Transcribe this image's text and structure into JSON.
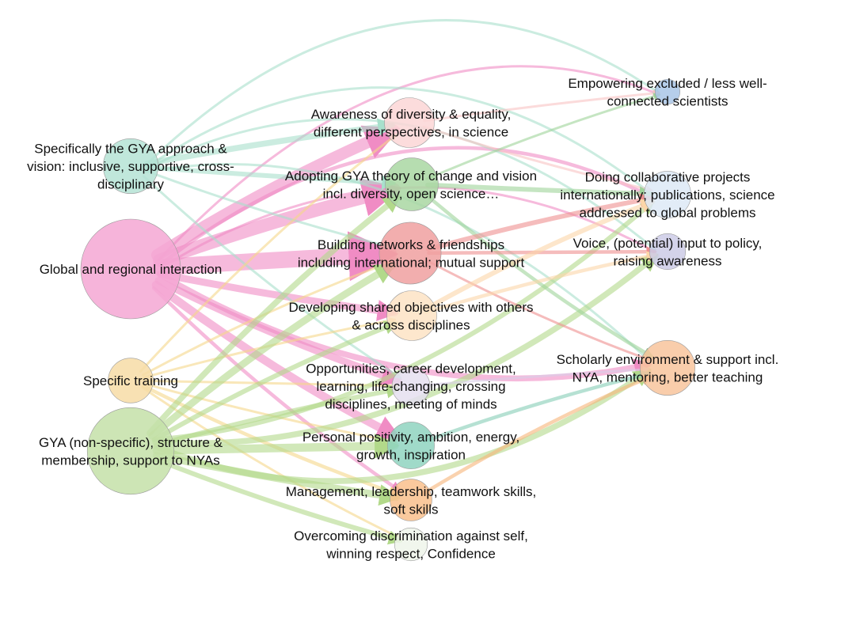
{
  "diagram": {
    "nodes": [
      {
        "id": "gya_approach",
        "lines": [
          "Specifically the GYA approach &",
          "vision: inclusive, supportive, cross-",
          "disciplinary"
        ],
        "color": "#b5e3d5",
        "size": 0.55
      },
      {
        "id": "global_regional",
        "lines": [
          "Global and regional interaction"
        ],
        "color": "#f4a7d4",
        "size": 1.0
      },
      {
        "id": "specific_training",
        "lines": [
          "Specific training"
        ],
        "color": "#f7dca6",
        "size": 0.45
      },
      {
        "id": "gya_nonspecific",
        "lines": [
          "GYA (non-specific), structure &",
          "membership, support to NYAs"
        ],
        "color": "#c4e0a8",
        "size": 0.87
      },
      {
        "id": "awareness_diversity",
        "lines": [
          "Awareness of diversity & equality,",
          "different perspectives, in science"
        ],
        "color": "#fbd6d6",
        "size": 0.5
      },
      {
        "id": "adopting_toc",
        "lines": [
          "Adopting GYA theory of change and vision",
          "incl. diversity, open science…"
        ],
        "color": "#a9d7a2",
        "size": 0.53
      },
      {
        "id": "building_networks",
        "lines": [
          "Building networks & friendships",
          "including international; mutual support"
        ],
        "color": "#f0a0a0",
        "size": 0.62
      },
      {
        "id": "shared_objectives",
        "lines": [
          "Developing shared objectives with others",
          "& across disciplines"
        ],
        "color": "#fde3c4",
        "size": 0.5
      },
      {
        "id": "opportunities",
        "lines": [
          "Opportunities, career development,",
          "learning, life-changing, crossing",
          "disciplines, meeting of minds"
        ],
        "color": "#e5dff0",
        "size": 0.38
      },
      {
        "id": "positivity",
        "lines": [
          "Personal positivity, ambition, energy,",
          "growth, inspiration"
        ],
        "color": "#8fd3bf",
        "size": 0.47
      },
      {
        "id": "management",
        "lines": [
          "Management, leadership, teamwork skills,",
          "soft skills"
        ],
        "color": "#f9c08c",
        "size": 0.42
      },
      {
        "id": "overcoming",
        "lines": [
          "Overcoming discrimination against self,",
          "winning respect, Confidence"
        ],
        "color": "#eef5ea",
        "size": 0.33
      },
      {
        "id": "empowering",
        "lines": [
          "Empowering excluded / less well-",
          "connected scientists"
        ],
        "color": "#a9c6e6",
        "size": 0.25
      },
      {
        "id": "collaborative",
        "lines": [
          "Doing collaborative projects",
          "internationally; publications, science",
          "addressed to global problems"
        ],
        "color": "#dde9f6",
        "size": 0.47
      },
      {
        "id": "voice_policy",
        "lines": [
          "Voice, (potential) input to policy,",
          "raising awareness"
        ],
        "color": "#cccbe6",
        "size": 0.36
      },
      {
        "id": "scholarly",
        "lines": [
          "Scholarly environment & support incl.",
          "NYA, mentoring, better teaching"
        ],
        "color": "#f8c49c",
        "size": 0.55
      }
    ],
    "links": [
      {
        "source": "global_regional",
        "target": "awareness_diversity",
        "value": 10,
        "color": "#f08cc4"
      },
      {
        "source": "global_regional",
        "target": "adopting_toc",
        "value": 11,
        "color": "#f08cc4"
      },
      {
        "source": "global_regional",
        "target": "building_networks",
        "value": 14,
        "color": "#f08cc4"
      },
      {
        "source": "global_regional",
        "target": "shared_objectives",
        "value": 6,
        "color": "#f08cc4"
      },
      {
        "source": "global_regional",
        "target": "opportunities",
        "value": 6,
        "color": "#f08cc4"
      },
      {
        "source": "global_regional",
        "target": "positivity",
        "value": 7,
        "color": "#f08cc4"
      },
      {
        "source": "global_regional",
        "target": "management",
        "value": 3,
        "color": "#f08cc4"
      },
      {
        "source": "global_regional",
        "target": "scholarly",
        "value": 5,
        "color": "#f08cc4"
      },
      {
        "source": "global_regional",
        "target": "collaborative",
        "value": 3,
        "color": "#f08cc4"
      },
      {
        "source": "global_regional",
        "target": "empowering",
        "value": 2,
        "color": "#f08cc4"
      },
      {
        "source": "global_regional",
        "target": "voice_policy",
        "value": 2,
        "color": "#f08cc4"
      },
      {
        "source": "gya_approach",
        "target": "awareness_diversity",
        "value": 5,
        "color": "#a8e0cc"
      },
      {
        "source": "gya_approach",
        "target": "adopting_toc",
        "value": 4,
        "color": "#a8e0cc"
      },
      {
        "source": "gya_approach",
        "target": "building_networks",
        "value": 2,
        "color": "#a8e0cc"
      },
      {
        "source": "gya_approach",
        "target": "empowering",
        "value": 2,
        "color": "#a8e0cc"
      },
      {
        "source": "gya_approach",
        "target": "collaborative",
        "value": 2,
        "color": "#a8e0cc"
      },
      {
        "source": "gya_approach",
        "target": "voice_policy",
        "value": 2,
        "color": "#a8e0cc"
      },
      {
        "source": "gya_approach",
        "target": "scholarly",
        "value": 2,
        "color": "#a8e0cc"
      },
      {
        "source": "gya_approach",
        "target": "opportunities",
        "value": 2,
        "color": "#a8e0cc"
      },
      {
        "source": "specific_training",
        "target": "awareness_diversity",
        "value": 2,
        "color": "#f5d78a"
      },
      {
        "source": "specific_training",
        "target": "building_networks",
        "value": 2,
        "color": "#f5d78a"
      },
      {
        "source": "specific_training",
        "target": "shared_objectives",
        "value": 2,
        "color": "#f5d78a"
      },
      {
        "source": "specific_training",
        "target": "management",
        "value": 3,
        "color": "#f5d78a"
      },
      {
        "source": "specific_training",
        "target": "positivity",
        "value": 2,
        "color": "#f5d78a"
      },
      {
        "source": "specific_training",
        "target": "opportunities",
        "value": 2,
        "color": "#f5d78a"
      },
      {
        "source": "specific_training",
        "target": "overcoming",
        "value": 2,
        "color": "#f5d78a"
      },
      {
        "source": "gya_nonspecific",
        "target": "adopting_toc",
        "value": 5,
        "color": "#b2d98a"
      },
      {
        "source": "gya_nonspecific",
        "target": "building_networks",
        "value": 6,
        "color": "#b2d98a"
      },
      {
        "source": "gya_nonspecific",
        "target": "shared_objectives",
        "value": 4,
        "color": "#b2d98a"
      },
      {
        "source": "gya_nonspecific",
        "target": "opportunities",
        "value": 4,
        "color": "#b2d98a"
      },
      {
        "source": "gya_nonspecific",
        "target": "positivity",
        "value": 7,
        "color": "#b2d98a"
      },
      {
        "source": "gya_nonspecific",
        "target": "management",
        "value": 6,
        "color": "#b2d98a"
      },
      {
        "source": "gya_nonspecific",
        "target": "overcoming",
        "value": 4,
        "color": "#b2d98a"
      },
      {
        "source": "gya_nonspecific",
        "target": "collaborative",
        "value": 4,
        "color": "#b2d98a"
      },
      {
        "source": "gya_nonspecific",
        "target": "voice_policy",
        "value": 5,
        "color": "#b2d98a"
      },
      {
        "source": "gya_nonspecific",
        "target": "scholarly",
        "value": 5,
        "color": "#b2d98a"
      },
      {
        "source": "awareness_diversity",
        "target": "empowering",
        "value": 2,
        "color": "#f9c3c3"
      },
      {
        "source": "awareness_diversity",
        "target": "collaborative",
        "value": 2,
        "color": "#f9c3c3"
      },
      {
        "source": "adopting_toc",
        "target": "empowering",
        "value": 2,
        "color": "#9fd39a"
      },
      {
        "source": "adopting_toc",
        "target": "collaborative",
        "value": 4,
        "color": "#9fd39a"
      },
      {
        "source": "adopting_toc",
        "target": "scholarly",
        "value": 3,
        "color": "#9fd39a"
      },
      {
        "source": "building_networks",
        "target": "collaborative",
        "value": 4,
        "color": "#ee9090"
      },
      {
        "source": "building_networks",
        "target": "voice_policy",
        "value": 3,
        "color": "#ee9090"
      },
      {
        "source": "building_networks",
        "target": "scholarly",
        "value": 2,
        "color": "#ee9090"
      },
      {
        "source": "shared_objectives",
        "target": "collaborative",
        "value": 4,
        "color": "#fcd6a8"
      },
      {
        "source": "shared_objectives",
        "target": "voice_policy",
        "value": 3,
        "color": "#fcd6a8"
      },
      {
        "source": "opportunities",
        "target": "scholarly",
        "value": 2,
        "color": "#d8cfe8"
      },
      {
        "source": "positivity",
        "target": "scholarly",
        "value": 3,
        "color": "#86cdb5"
      },
      {
        "source": "management",
        "target": "scholarly",
        "value": 3,
        "color": "#f7b478"
      }
    ]
  }
}
